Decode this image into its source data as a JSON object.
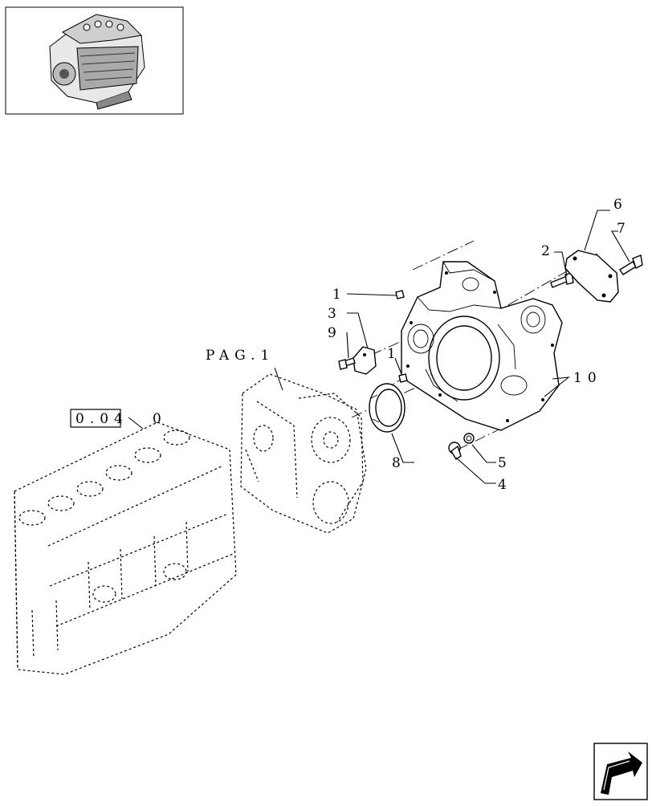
{
  "callouts": {
    "c1a": "1",
    "c1b": "1",
    "c2": "2",
    "c3": "3",
    "c4": "4",
    "c5": "5",
    "c6": "6",
    "c7": "7",
    "c8": "8",
    "c9": "9",
    "c10": "10"
  },
  "references": {
    "pag": "PAG.1",
    "ref_box": "0.04",
    "ref_suffix": "0"
  },
  "icons": {
    "thumbnail": "engine-thumbnail-icon",
    "nav": "next-page-arrow-icon"
  }
}
